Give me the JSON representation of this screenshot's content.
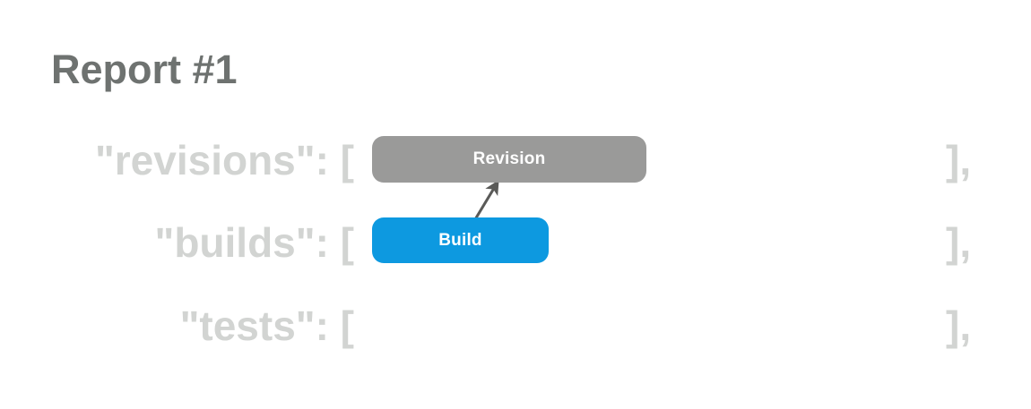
{
  "page": {
    "title": "Report #1",
    "background_color": "#ffffff"
  },
  "colors": {
    "title_text": "#6e7270",
    "json_text": "#d2d4d2",
    "revision_node": "#9a9a99",
    "build_node": "#0d99e0",
    "node_label_text": "#ffffff",
    "edge_stroke": "#5a5a58"
  },
  "json_skeleton": {
    "rows": [
      {
        "key": "\"revisions\": [",
        "close": "],"
      },
      {
        "key": "\"builds\": [",
        "close": "],"
      },
      {
        "key": "\"tests\": [",
        "close": "],"
      }
    ]
  },
  "nodes": {
    "revision": {
      "label": "Revision",
      "color": "#9a9a99"
    },
    "build": {
      "label": "Build",
      "color": "#0d99e0"
    }
  },
  "edges": [
    {
      "from": "build",
      "to": "revision",
      "arrowhead": "triangle",
      "color": "#5a5a58"
    }
  ]
}
